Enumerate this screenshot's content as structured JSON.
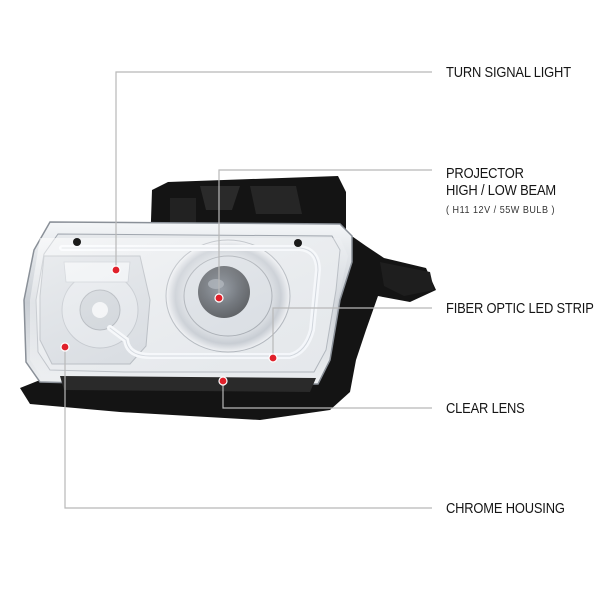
{
  "callouts": {
    "turn_signal": "TURN SIGNAL LIGHT",
    "projector_line1": "PROJECTOR",
    "projector_line2": "HIGH / LOW BEAM",
    "projector_spec": "( H11 12V / 55W BULB )",
    "fiber_optic": "FIBER OPTIC LED STRIP",
    "clear_lens": "CLEAR LENS",
    "chrome_housing": "CHROME HOUSING"
  },
  "colors": {
    "leader_line": "#b8b8b8",
    "marker": "#e0202a",
    "housing_black": "#141414",
    "chrome": "#d9dde2"
  }
}
